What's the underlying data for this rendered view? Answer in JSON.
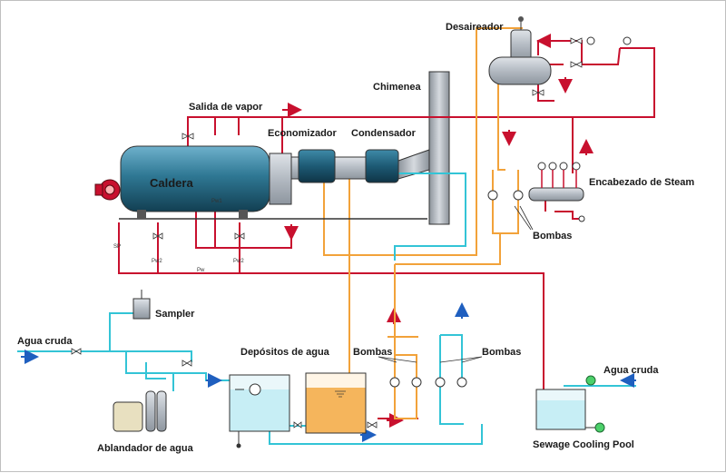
{
  "labels": {
    "desaireador": "Desaireador",
    "chimenea": "Chimenea",
    "salida_vapor": "Salida de vapor",
    "economizador": "Economizador",
    "condensador": "Condensador",
    "caldera": "Caldera",
    "encabezado": "Encabezado de Steam",
    "bombas_top": "Bombas",
    "sampler": "Sampler",
    "agua_cruda_left": "Agua cruda",
    "depositos": "Depósitos de agua",
    "bombas_mid": "Bombas",
    "bombas_right": "Bombas",
    "ablandador": "Ablandador de agua",
    "agua_cruda_right": "Agua cruda",
    "sewage": "Sewage Cooling Pool"
  },
  "tags": {
    "pw1": "Pw1",
    "pw2a": "Pw2",
    "pw2b": "Pw2",
    "pw": "Pw",
    "sp": "SP"
  },
  "colors": {
    "steam": "#c8102e",
    "water": "#33c4d6",
    "condensate": "#f2a23a",
    "flow": "#1f5fbf",
    "equipment": "#2f6f8f"
  }
}
